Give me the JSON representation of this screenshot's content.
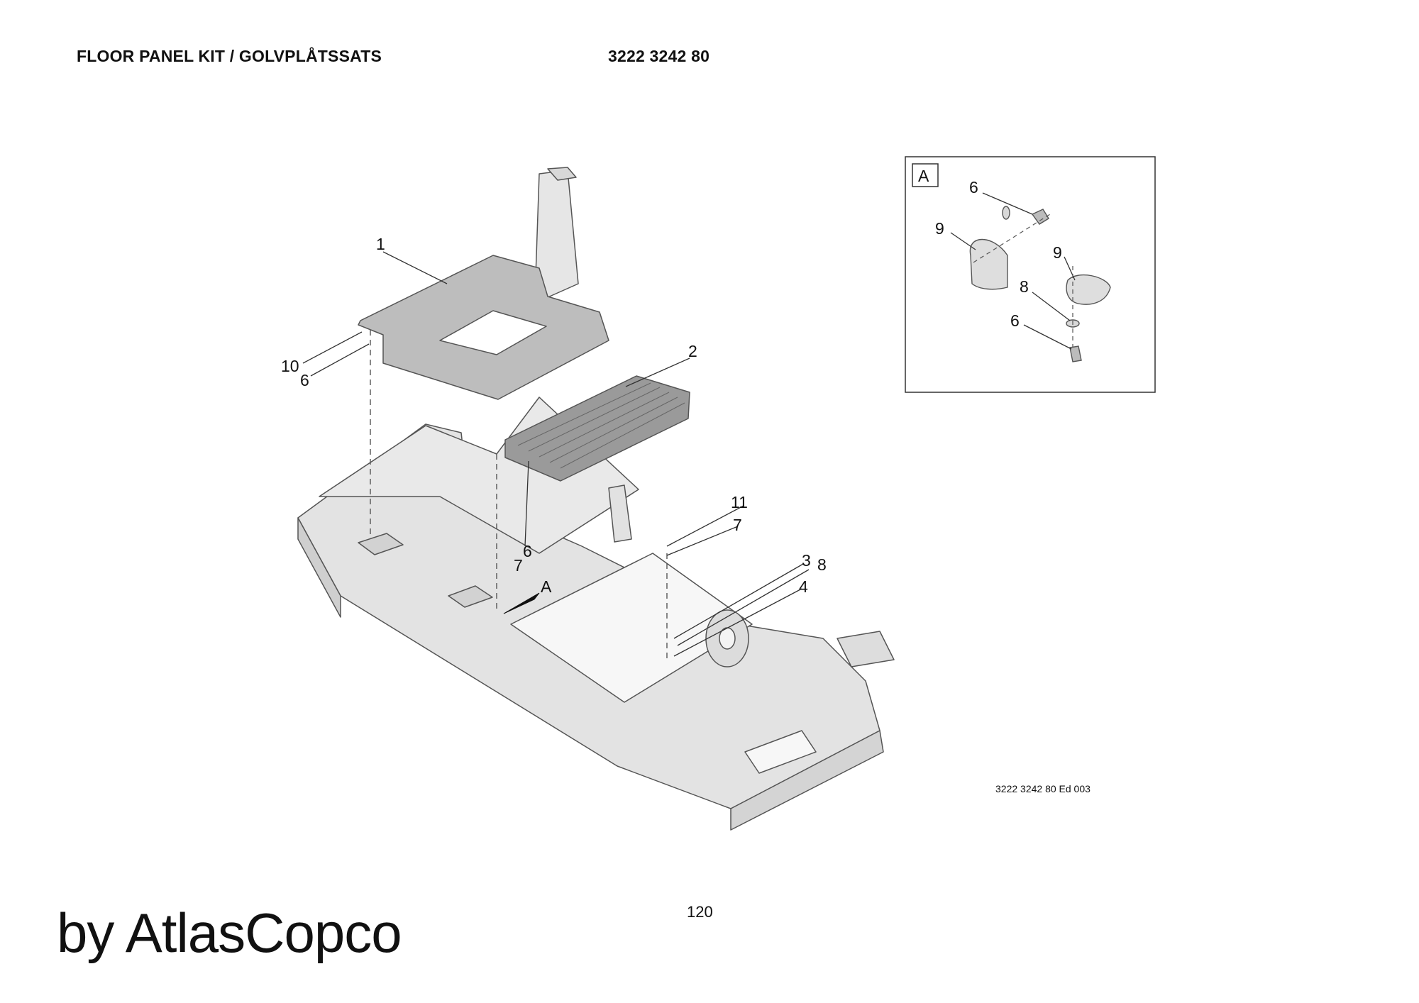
{
  "header": {
    "title": "FLOOR PANEL KIT / GOLVPLÅTSSATS",
    "part_number": "3222 3242 80"
  },
  "main_view": {
    "callouts": [
      "1",
      "2",
      "10",
      "6",
      "11",
      "7",
      "6",
      "7",
      "3",
      "8",
      "4"
    ],
    "view_marker": "A"
  },
  "detail_view": {
    "label": "A",
    "callouts": [
      "6",
      "9",
      "9",
      "8",
      "6"
    ]
  },
  "footer": {
    "edition": "3222 3242 80 Ed 003",
    "page_number": "120",
    "brand": "by AtlasCopco"
  }
}
